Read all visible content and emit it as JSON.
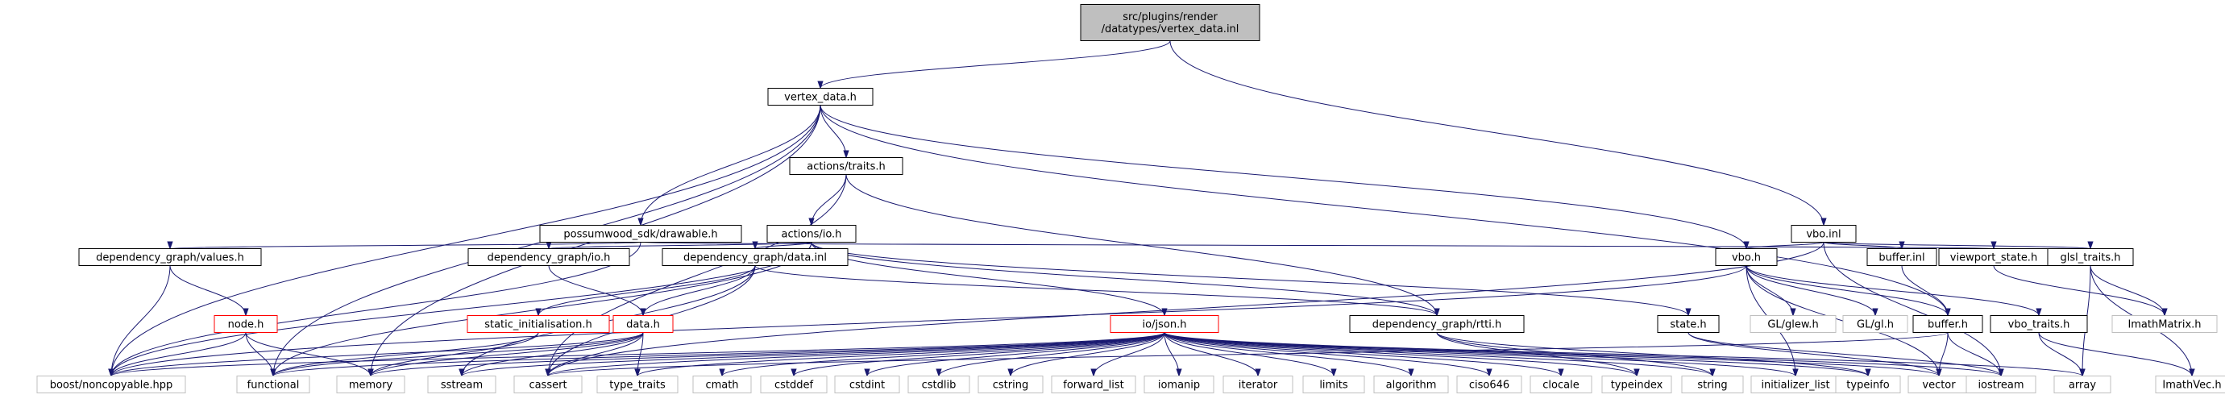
{
  "diagram": {
    "type": "include-dependency-graph",
    "colors": {
      "edge": "#191970",
      "root_fill": "#bfbfbf",
      "missing_border": "#bfbfbf",
      "truncated_border": "#ff0000",
      "normal_border": "#000000"
    },
    "nodes": {
      "root": "src/plugins/render\n/datatypes/vertex_data.inl",
      "vertex_data_h": "vertex_data.h",
      "vbo_inl": "vbo.inl",
      "actions_traits_h": "actions/traits.h",
      "drawable_h": "possumwood_sdk/drawable.h",
      "actions_io_h": "actions/io.h",
      "values_h": "dependency_graph/values.h",
      "dg_io_h": "dependency_graph/io.h",
      "data_inl": "dependency_graph/data.inl",
      "vbo_h": "vbo.h",
      "buffer_inl": "buffer.inl",
      "viewport_state_h": "viewport_state.h",
      "glsl_traits_h": "glsl_traits.h",
      "node_h": "node.h",
      "static_init_h": "static_initialisation.h",
      "data_h": "data.h",
      "io_json_h": "io/json.h",
      "rtti_h": "dependency_graph/rtti.h",
      "state_h": "state.h",
      "glew_h": "GL/glew.h",
      "gl_h": "GL/gl.h",
      "buffer_h": "buffer.h",
      "vbo_traits_h": "vbo_traits.h",
      "imathmatrix_h": "ImathMatrix.h",
      "noncopyable": "boost/noncopyable.hpp",
      "functional": "functional",
      "memory": "memory",
      "sstream": "sstream",
      "cassert": "cassert",
      "type_traits": "type_traits",
      "cmath": "cmath",
      "cstddef": "cstddef",
      "cstdint": "cstdint",
      "cstdlib": "cstdlib",
      "cstring": "cstring",
      "forward_list": "forward_list",
      "iomanip": "iomanip",
      "iterator": "iterator",
      "limits": "limits",
      "algorithm": "algorithm",
      "ciso646": "ciso646",
      "clocale": "clocale",
      "typeindex": "typeindex",
      "string": "string",
      "initializer_list": "initializer_list",
      "typeinfo": "typeinfo",
      "vector": "vector",
      "iostream": "iostream",
      "array": "array",
      "imathvec": "ImathVec.h"
    }
  }
}
